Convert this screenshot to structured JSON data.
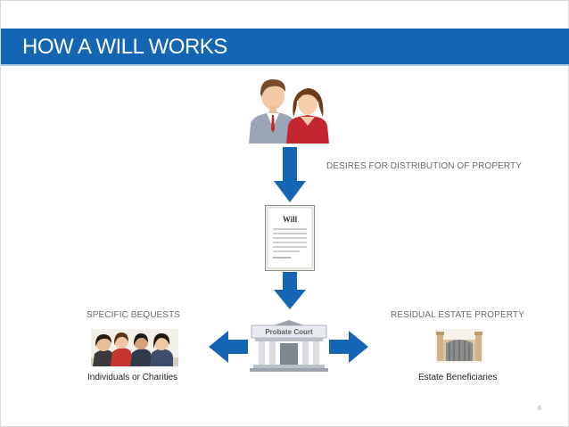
{
  "slide": {
    "title": "HOW A WILL WORKS",
    "page_number": "6"
  },
  "labels": {
    "desires": "DESIRES FOR DISTRIBUTION OF PROPERTY",
    "specific_bequests": "SPECIFIC BEQUESTS",
    "residual_estate": "RESIDUAL ESTATE PROPERTY",
    "individuals": "Individuals or Charities",
    "beneficiaries": "Estate Beneficiaries"
  },
  "will_doc": {
    "heading": "Will"
  },
  "court": {
    "sign": "Probate Court"
  },
  "colors": {
    "title_bar": "#1565b5",
    "arrow": "#1565b5",
    "label": "#6b6b6b"
  },
  "icons": [
    "couple-icon",
    "will-document-icon",
    "probate-court-icon",
    "group-of-people-icon",
    "estate-gate-icon",
    "arrow-down-icon",
    "arrow-left-icon",
    "arrow-right-icon"
  ]
}
